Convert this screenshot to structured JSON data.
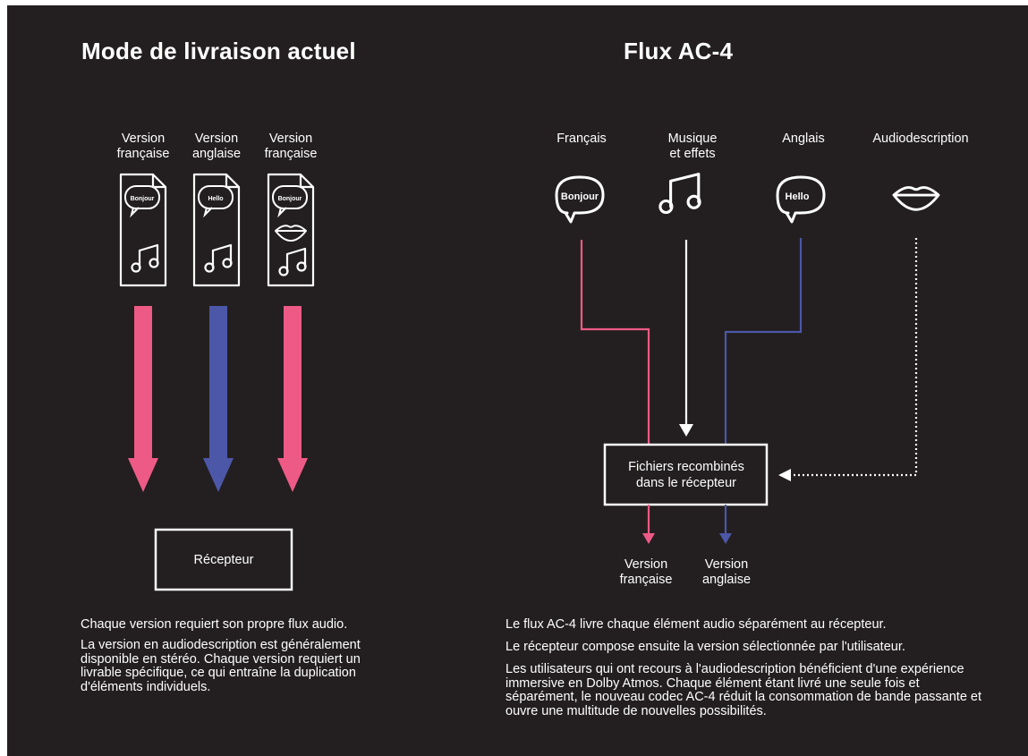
{
  "colors": {
    "background": "#231f20",
    "foreground": "#ffffff",
    "pink": "#ee5a86",
    "blue": "#4c57a8"
  },
  "left": {
    "title": "Mode de livraison actuel",
    "versions": [
      {
        "line1": "Version",
        "line2": "française",
        "bubble_text": "Bonjour",
        "arrow_color": "pink",
        "icons": [
          "speech-bubble-icon",
          "music-note-icon"
        ]
      },
      {
        "line1": "Version",
        "line2": "anglaise",
        "bubble_text": "Hello",
        "arrow_color": "blue",
        "icons": [
          "speech-bubble-icon",
          "music-note-icon"
        ]
      },
      {
        "line1": "Version",
        "line2": "française",
        "bubble_text": "Bonjour",
        "arrow_color": "pink",
        "icons": [
          "speech-bubble-icon",
          "lips-icon",
          "music-note-icon"
        ]
      }
    ],
    "receiver_label": "Récepteur",
    "paragraphs": [
      "Chaque version requiert son propre flux audio.",
      "La version en audiodescription est généralement disponible en stéréo. Chaque version requiert un livrable spécifique, ce qui entraîne la duplication d'éléments individuels."
    ]
  },
  "right": {
    "title": "Flux AC-4",
    "sources": [
      {
        "line1": "Français",
        "line2": "",
        "icon": "speech-bubble-icon",
        "bubble_text": "Bonjour",
        "line_color": "pink"
      },
      {
        "line1": "Musique",
        "line2": "et effets",
        "icon": "music-note-icon",
        "line_color": "white"
      },
      {
        "line1": "Anglais",
        "line2": "",
        "icon": "speech-bubble-icon",
        "bubble_text": "Hello",
        "line_color": "blue"
      },
      {
        "line1": "Audiodescription",
        "line2": "",
        "icon": "lips-icon",
        "line_color": "white-dotted"
      }
    ],
    "combiner": {
      "line1": "Fichiers recombinés",
      "line2": "dans le récepteur"
    },
    "outputs": [
      {
        "line1": "Version",
        "line2": "française",
        "color": "pink"
      },
      {
        "line1": "Version",
        "line2": "anglaise",
        "color": "blue"
      }
    ],
    "paragraphs": [
      "Le flux AC-4 livre chaque élément audio séparément au récepteur.",
      "Le récepteur compose ensuite la version sélectionnée par l'utilisateur.",
      "Les utilisateurs qui ont recours à l'audiodescription bénéficient d'une expérience immersive en Dolby Atmos. Chaque élément étant livré une seule fois et séparément, le nouveau codec AC-4 réduit la consommation de bande passante et ouvre une multitude de nouvelles possibilités."
    ]
  }
}
